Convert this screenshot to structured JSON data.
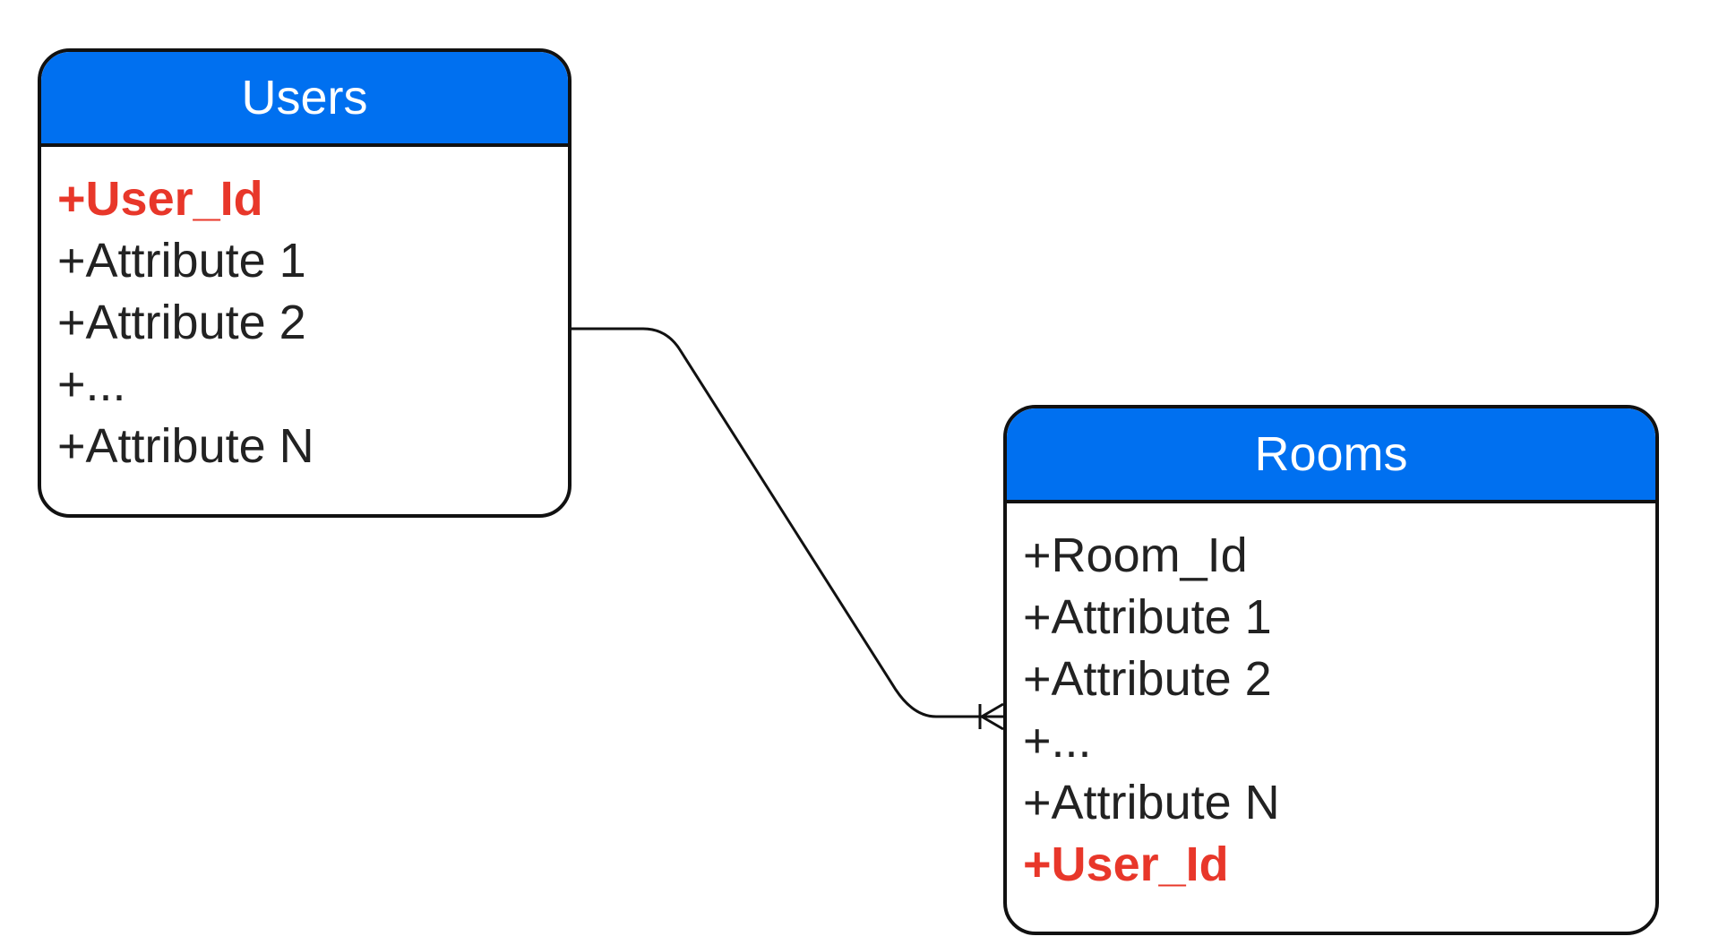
{
  "colors": {
    "header": "#0070f0",
    "header_text": "#ffffff",
    "key_attribute": "#e8372a",
    "attribute": "#222222",
    "border": "#111111",
    "connector": "#111111"
  },
  "entities": {
    "users": {
      "title": "Users",
      "attributes": [
        {
          "label": "+User_Id",
          "key": true
        },
        {
          "label": "+Attribute 1",
          "key": false
        },
        {
          "label": "+Attribute 2",
          "key": false
        },
        {
          "label": "+...",
          "key": false
        },
        {
          "label": "+Attribute N",
          "key": false
        }
      ]
    },
    "rooms": {
      "title": "Rooms",
      "attributes": [
        {
          "label": "+Room_Id",
          "key": false
        },
        {
          "label": "+Attribute 1",
          "key": false
        },
        {
          "label": "+Attribute 2",
          "key": false
        },
        {
          "label": "+...",
          "key": false
        },
        {
          "label": "+Attribute N",
          "key": false
        },
        {
          "label": "+User_Id",
          "key": true
        }
      ]
    }
  },
  "relationship": {
    "from": "users",
    "to": "rooms",
    "from_cardinality": "one",
    "to_cardinality": "one-or-many"
  }
}
